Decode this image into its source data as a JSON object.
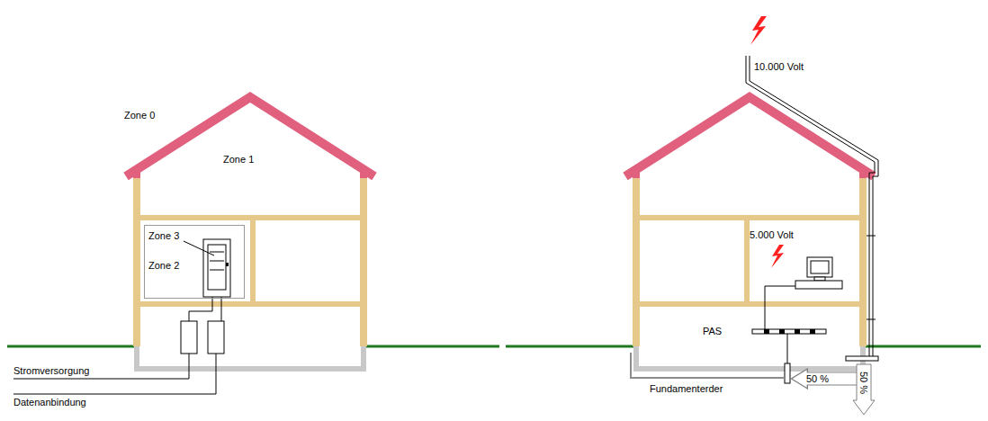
{
  "diagram": {
    "nodes": [
      {
        "text": [
          "Zone 2"
        ]
      },
      {
        "text": [
          "50 %"
        ]
      },
      {
        "text": [
          "50 %"
        ]
      }
    ],
    "labels": [
      "Zone 0",
      "Zone 1",
      "Zone 3",
      "Stromversorgung",
      "Datenanbindung",
      "10.000 Volt",
      "5.000 Volt",
      "PAS",
      "Fundamenterder"
    ]
  }
}
